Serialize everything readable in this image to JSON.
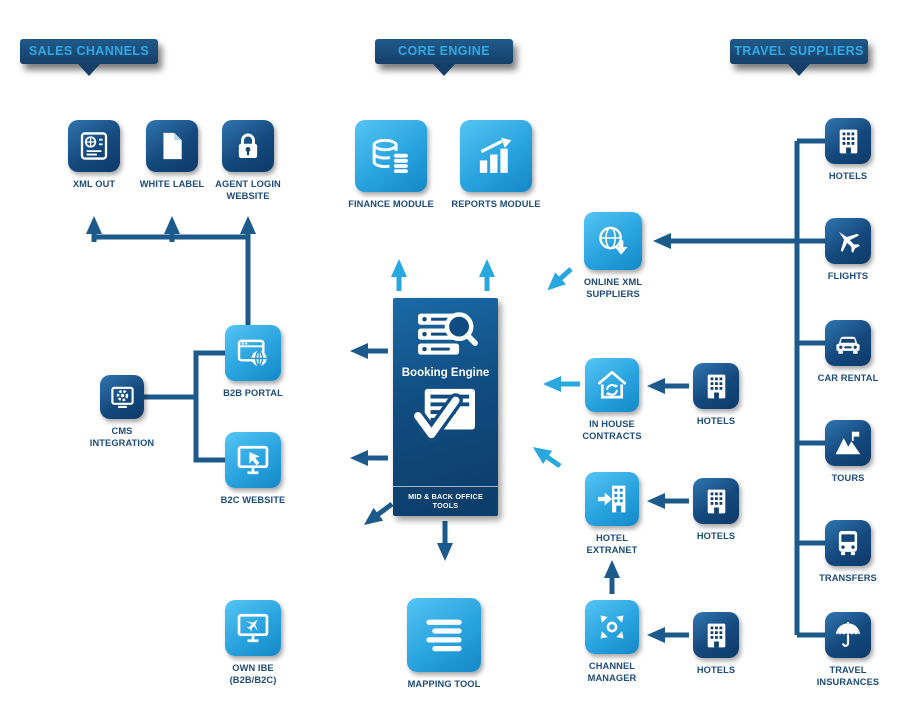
{
  "headers": {
    "sales_channels": "SALES CHANNELS",
    "core_engine": "CORE ENGINE",
    "travel_suppliers": "TRAVEL SUPPLIERS"
  },
  "booking_engine": {
    "title": "Booking Engine",
    "footer": "MID & BACK OFFICE TOOLS"
  },
  "nodes": {
    "xml_out": {
      "label": "XML OUT"
    },
    "white_label": {
      "label": "WHITE LABEL"
    },
    "agent_login_website": {
      "label": "AGENT LOGIN\nWEBSITE"
    },
    "finance_module": {
      "label": "FINANCE MODULE"
    },
    "reports_module": {
      "label": "REPORTS MODULE"
    },
    "online_xml_suppliers": {
      "label": "ONLINE XML\nSUPPLIERS"
    },
    "b2b_portal": {
      "label": "B2B PORTAL"
    },
    "cms_integration": {
      "label": "CMS\nINTEGRATION"
    },
    "b2c_website": {
      "label": "B2C WEBSITE"
    },
    "own_ibe": {
      "label": "OWN IBE\n(B2B/B2C)"
    },
    "mapping_tool": {
      "label": "MAPPING TOOL"
    },
    "in_house_contracts": {
      "label": "IN HOUSE\nCONTRACTS"
    },
    "hotel_extranet": {
      "label": "HOTEL\nEXTRANET"
    },
    "channel_manager": {
      "label": "CHANNEL\nMANAGER"
    },
    "hotels_in_house": {
      "label": "HOTELS"
    },
    "hotels_extranet": {
      "label": "HOTELS"
    },
    "hotels_channel": {
      "label": "HOTELS"
    },
    "supplier_hotels": {
      "label": "HOTELS"
    },
    "supplier_flights": {
      "label": "FLIGHTS"
    },
    "supplier_car_rental": {
      "label": "CAR RENTAL"
    },
    "supplier_tours": {
      "label": "TOURS"
    },
    "supplier_transfers": {
      "label": "TRANSFERS"
    },
    "supplier_travel_insurances": {
      "label": "TRAVEL\nINSURANCES"
    }
  },
  "colors": {
    "dark_blue": "#12457a",
    "light_blue": "#29a8e0",
    "connector_dark": "#1c5a8c",
    "label_text": "#1d4b7a",
    "header_text": "#2fa9e2"
  }
}
